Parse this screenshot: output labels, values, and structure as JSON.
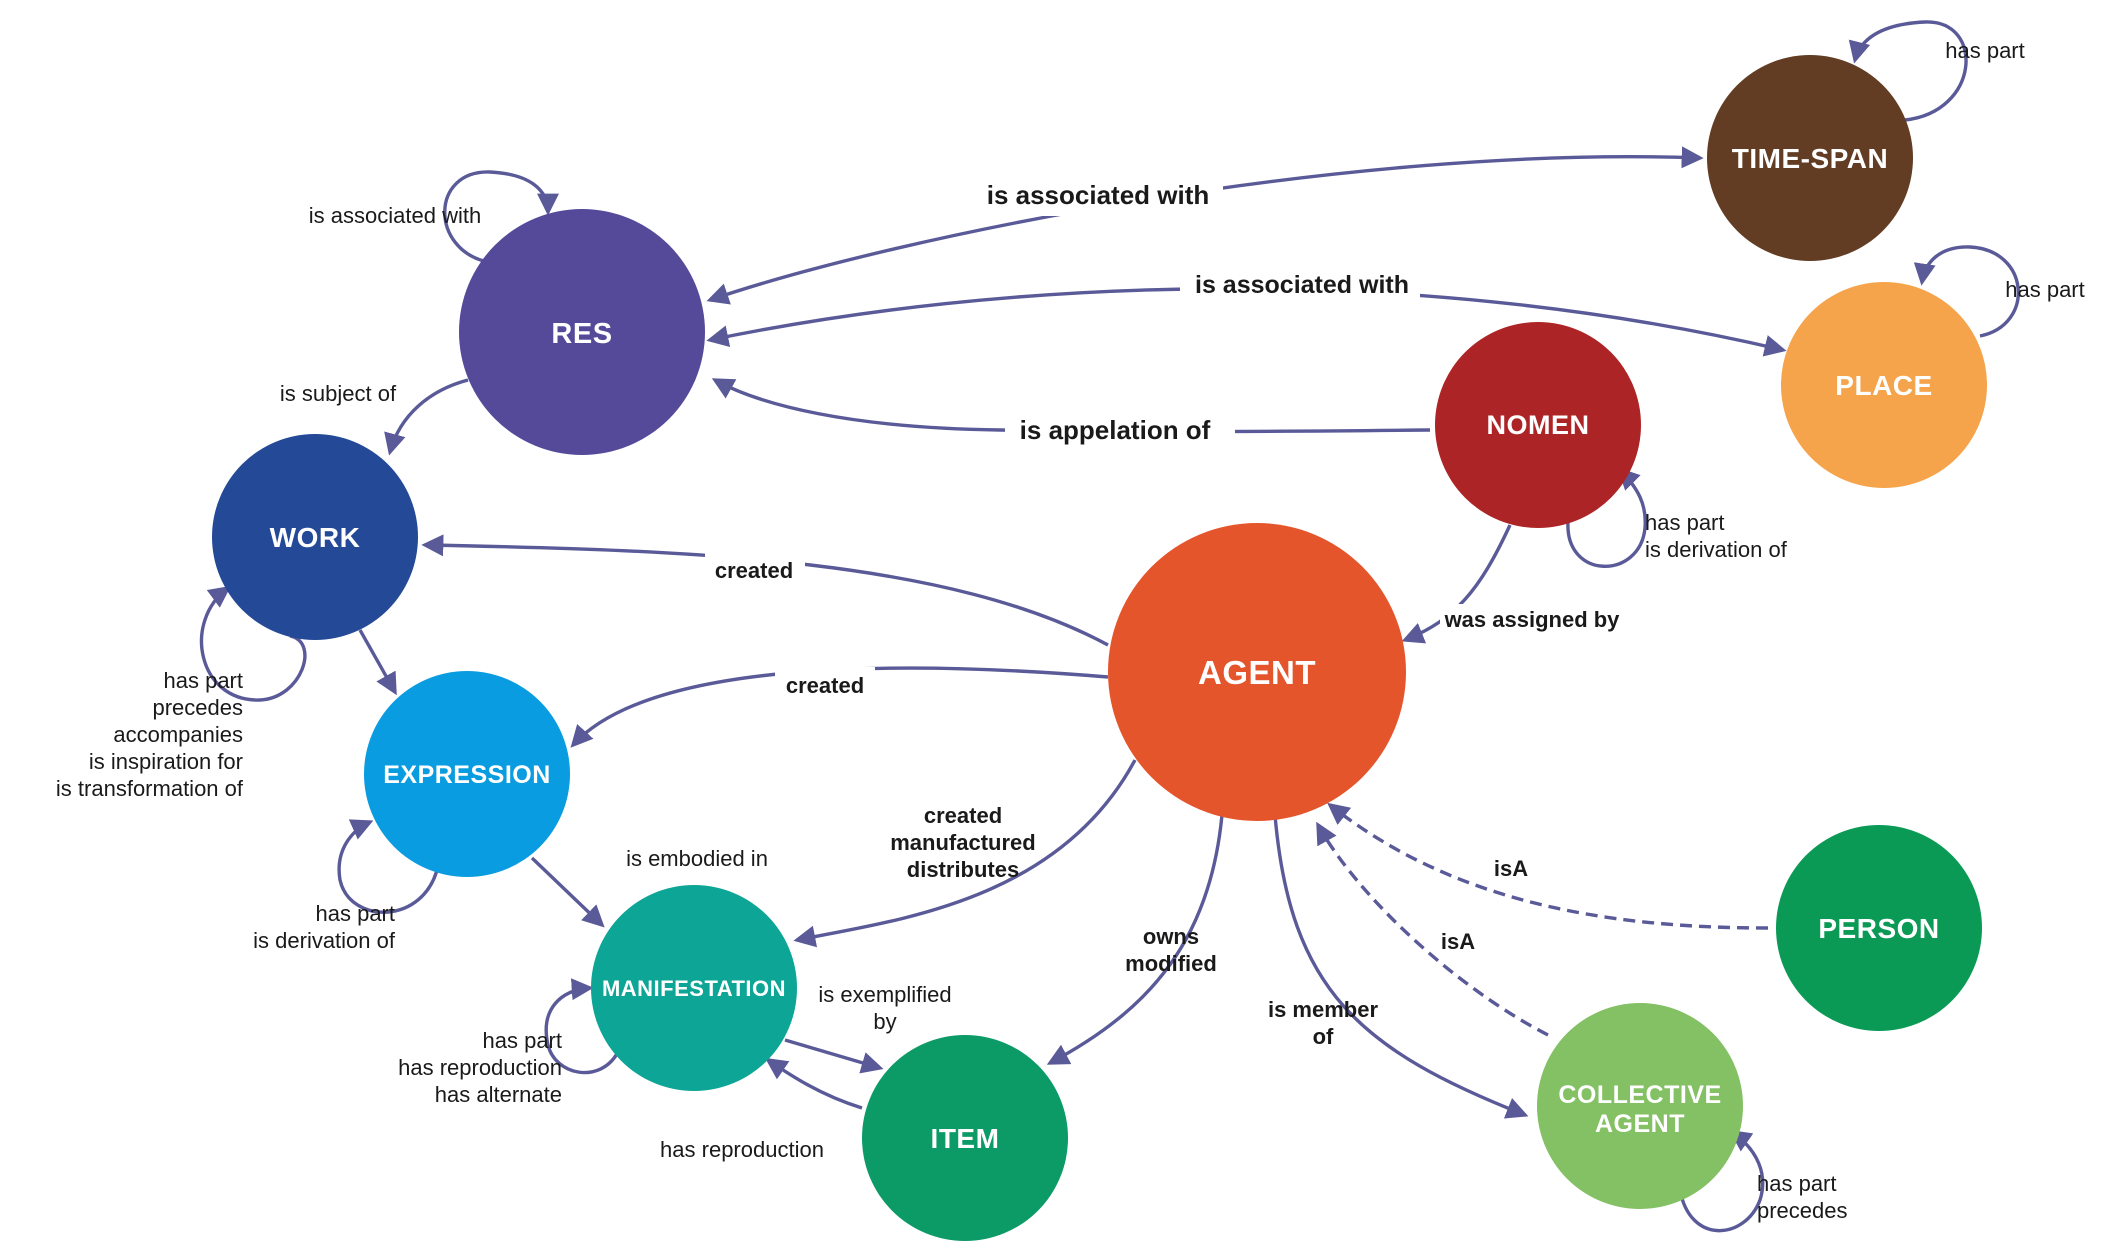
{
  "colors": {
    "edge": "#5a5a99",
    "res": "#554a9a",
    "work": "#244996",
    "expression": "#0a9ce0",
    "manifestation": "#0da596",
    "item": "#0c9a66",
    "agent": "#e5552c",
    "nomen": "#ad2427",
    "time_span": "#623d23",
    "place": "#f5a44c",
    "person": "#0a9a55",
    "collective_agent": "#84c064"
  },
  "nodes": {
    "time_span": "TIME-SPAN",
    "place": "PLACE",
    "res": "RES",
    "nomen": "NOMEN",
    "work": "WORK",
    "agent": "AGENT",
    "expression": "EXPRESSION",
    "manifestation": "MANIFESTATION",
    "item": "ITEM",
    "person": "PERSON",
    "collective_agent": [
      "COLLECTIVE",
      "AGENT"
    ]
  },
  "relationships": {
    "res_time_span": "is associated with",
    "res_place": "is associated with",
    "nomen_res": "is appelation of",
    "res_self": "is associated with",
    "res_work": "is subject of",
    "agent_work": "created",
    "agent_expression": "created",
    "agent_manifestation": [
      "created",
      "manufactured",
      "distributes"
    ],
    "agent_item": [
      "owns",
      "modified"
    ],
    "agent_collective": [
      "is member",
      "of"
    ],
    "person_agent": "isA",
    "collective_agent_isa": "isA",
    "agent_nomen": "was assigned by",
    "time_span_self": "has part",
    "place_self": "has part",
    "nomen_self": [
      "has part",
      "is derivation of"
    ],
    "work_self": [
      "has part",
      "precedes",
      "accompanies",
      "is inspiration for",
      "is transformation of"
    ],
    "expression_self": [
      "has part",
      "is derivation of"
    ],
    "expression_manifestation": "is embodied in",
    "manifestation_item": [
      "is exemplified",
      "by"
    ],
    "manifestation_self": [
      "has part",
      "has reproduction",
      "has alternate"
    ],
    "item_manifestation": "has reproduction",
    "collective_self": [
      "has part",
      "precedes"
    ]
  }
}
